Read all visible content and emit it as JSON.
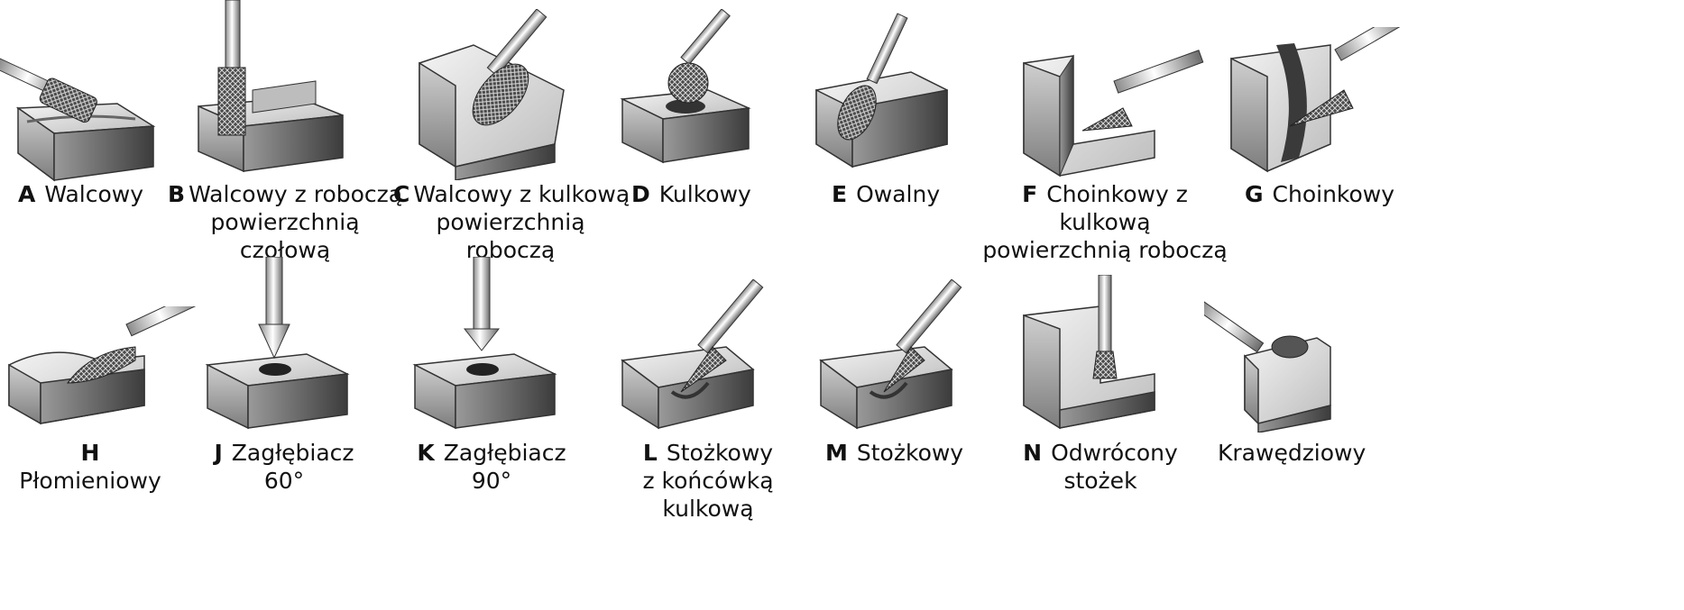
{
  "items": [
    {
      "letter": "A",
      "lines": [
        "Walcowy"
      ]
    },
    {
      "letter": "B",
      "lines": [
        "Walcowy z roboczą",
        "powierzchnią",
        "czołową"
      ]
    },
    {
      "letter": "C",
      "lines": [
        "Walcowy z kulkową",
        "powierzchnią",
        "roboczą"
      ]
    },
    {
      "letter": "D",
      "lines": [
        "Kulkowy"
      ]
    },
    {
      "letter": "E",
      "lines": [
        "Owalny"
      ]
    },
    {
      "letter": "F",
      "lines": [
        "Choinkowy z",
        "kulkową",
        "powierzchnią roboczą"
      ]
    },
    {
      "letter": "G",
      "lines": [
        "Choinkowy"
      ]
    },
    {
      "letter": "H",
      "lines": [
        "Płomieniowy"
      ]
    },
    {
      "letter": "J",
      "lines": [
        "Zagłębiacz",
        "60°"
      ]
    },
    {
      "letter": "K",
      "lines": [
        "Zagłębiacz",
        "90°"
      ]
    },
    {
      "letter": "L",
      "lines": [
        "Stożkowy",
        "z końcówką",
        "kulkową"
      ]
    },
    {
      "letter": "M",
      "lines": [
        "Stożkowy"
      ]
    },
    {
      "letter": "N",
      "lines": [
        "Odwrócony",
        "stożek"
      ]
    },
    {
      "letter": "",
      "lines": [
        "Krawędziowy"
      ]
    }
  ]
}
